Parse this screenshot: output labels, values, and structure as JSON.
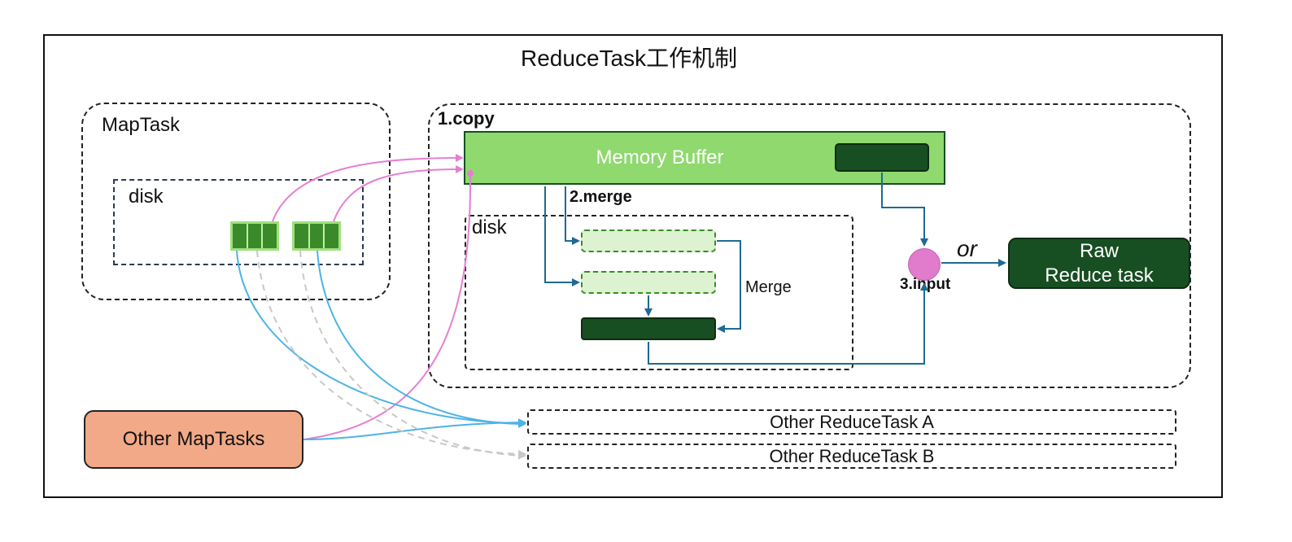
{
  "title": "ReduceTask工作机制",
  "maptask": {
    "label": "MapTask",
    "disk_label": "disk"
  },
  "copy_label": "1.copy",
  "memory_buffer": "Memory Buffer",
  "merge_step_label": "2.merge",
  "reduce_disk_label": "disk",
  "merge_label": "Merge",
  "input_label": "3.input",
  "or_label": "or",
  "raw_reduce": {
    "line1": "Raw",
    "line2": "Reduce task"
  },
  "other_maptasks": "Other MapTasks",
  "other_reduce_a": "Other ReduceTask A",
  "other_reduce_b": "Other ReduceTask B",
  "colors": {
    "green_light": "#8fd96f",
    "green_dark": "#174f22",
    "green_pale": "#dcf2d0",
    "green_block": "#3a8a2a",
    "orange": "#f2a987",
    "pink": "#e57fd1",
    "blue_arrow": "#1e6a93",
    "sky": "#4bb4e6",
    "grey_dash": "#c8c8c8"
  }
}
